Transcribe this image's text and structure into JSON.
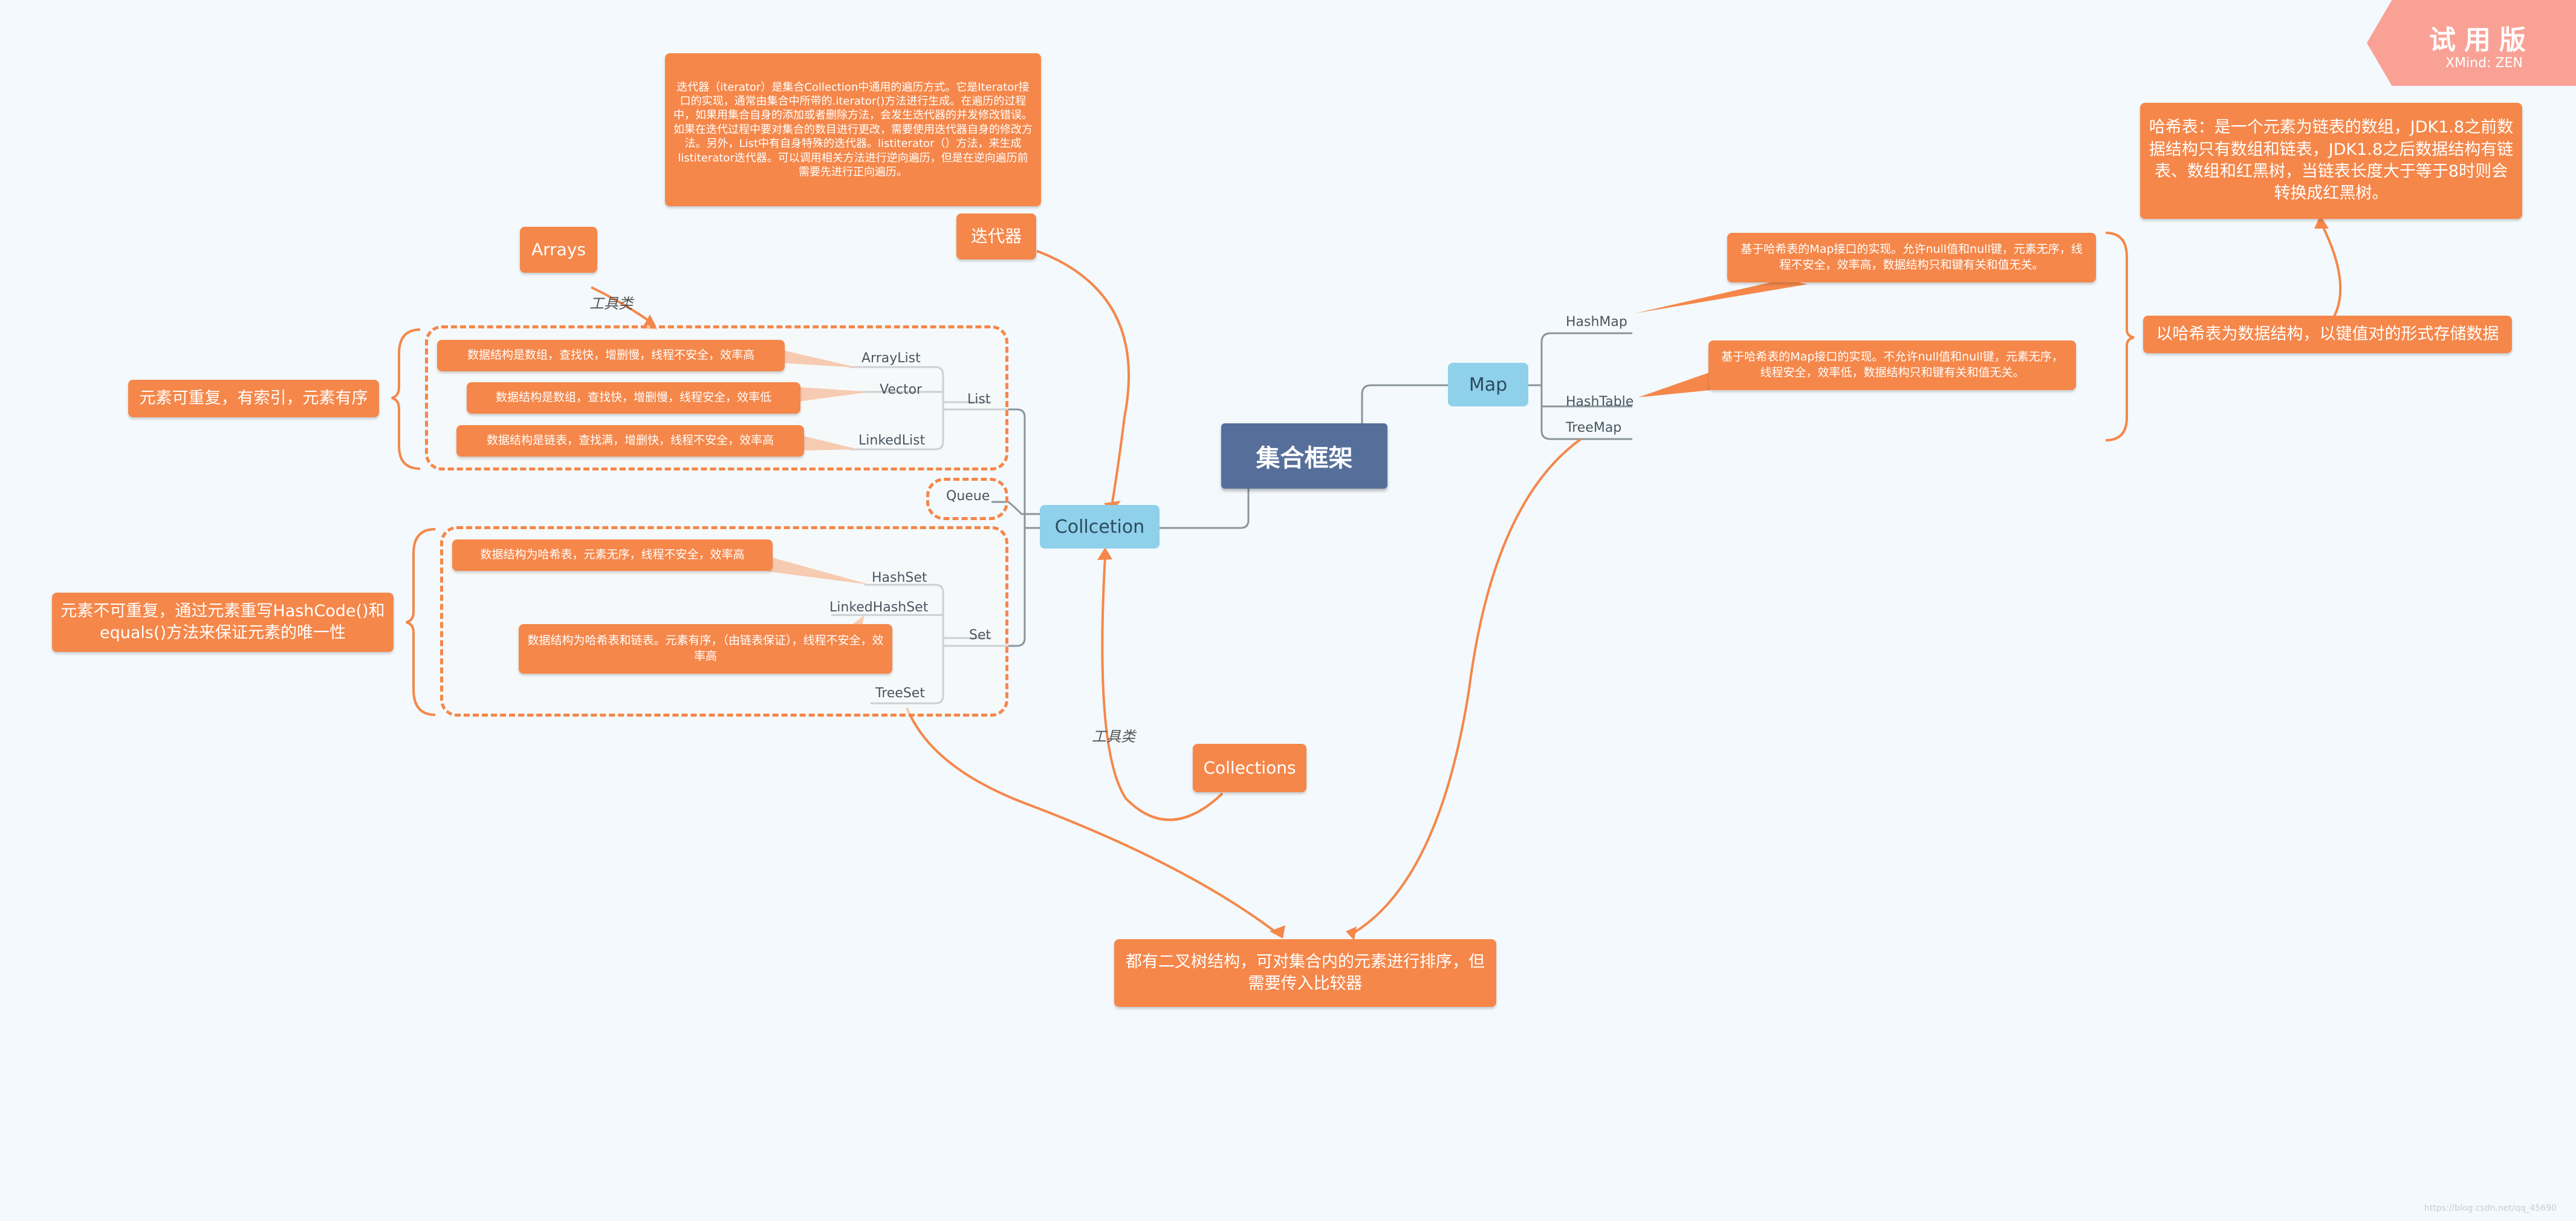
{
  "root": "集合框架",
  "collection": "Collcetion",
  "map": "Map",
  "queue": "Queue",
  "list": "List",
  "set": "Set",
  "arraylist": "ArrayList",
  "vector": "Vector",
  "linkedlist": "LinkedList",
  "hashset": "HashSet",
  "linkedhashset": "LinkedHashSet",
  "treeset": "TreeSet",
  "hashmap": "HashMap",
  "hashtable": "HashTable",
  "treemap": "TreeMap",
  "arrays": "Arrays",
  "iterator": "迭代器",
  "collections": "Collections",
  "tool_label_1": "工具类",
  "tool_label_2": "工具类",
  "iterator_desc": "迭代器（iterator）是集合Collection中通用的遍历方式。它是Iterator接口的实现，通常由集合中所带的.iterator()方法进行生成。在遍历的过程中，如果用集合自身的添加或者删除方法，会发生迭代器的并发修改错误。如果在迭代过程中要对集合的数目进行更改，需要使用迭代器自身的修改方法。另外，List中有自身特殊的迭代器。listiterator（）方法，来生成listiterator迭代器。可以调用相关方法进行逆向遍历，但是在逆向遍历前需要先进行正向遍历。",
  "arraylist_desc": "数据结构是数组，查找快，增删慢，线程不安全，效率高",
  "vector_desc": "数据结构是数组，查找快，增删慢，线程安全，效率低",
  "linkedlist_desc": "数据结构是链表，查找满，增删快，线程不安全，效率高",
  "list_summary": "元素可重复，有索引，元素有序",
  "hashset_desc": "数据结构为哈希表，元素无序，线程不安全，效率高",
  "linkedhashset_desc": "数据结构为哈希表和链表。元素有序，（由链表保证），线程不安全，效率高",
  "set_summary": "元素不可重复，通过元素重写HashCode()和equals()方法来保证元素的唯一性",
  "tree_summary": "都有二叉树结构，可对集合内的元素进行排序，但需要传入比较器",
  "hashmap_desc": "基于哈希表的Map接口的实现。允许null值和null键，元素无序，线程不安全，效率高，数据结构只和键有关和值无关。",
  "hashtable_desc": "基于哈希表的Map接口的实现。不允许null值和null键，元素无序，线程安全，效率低，数据结构只和键有关和值无关。",
  "map_summary": "以哈希表为数据结构，以键值对的形式存储数据",
  "hashtable_note": "哈希表：是一个元素为链表的数组，JDK1.8之前数据结构只有数组和链表，JDK1.8之后数据结构有链表、数组和红黑树，当链表长度大于等于8时则会转换成红黑树。",
  "trial": {
    "title": "试用版",
    "subtitle": "XMind: ZEN"
  },
  "watermark": "https://blog.csdn.net/qq_45690",
  "colors": {
    "orange": "#f5874a",
    "blue": "#8fd0ea",
    "root": "#566e9a",
    "line": "#8a959c",
    "background": "#f3f9fc"
  }
}
